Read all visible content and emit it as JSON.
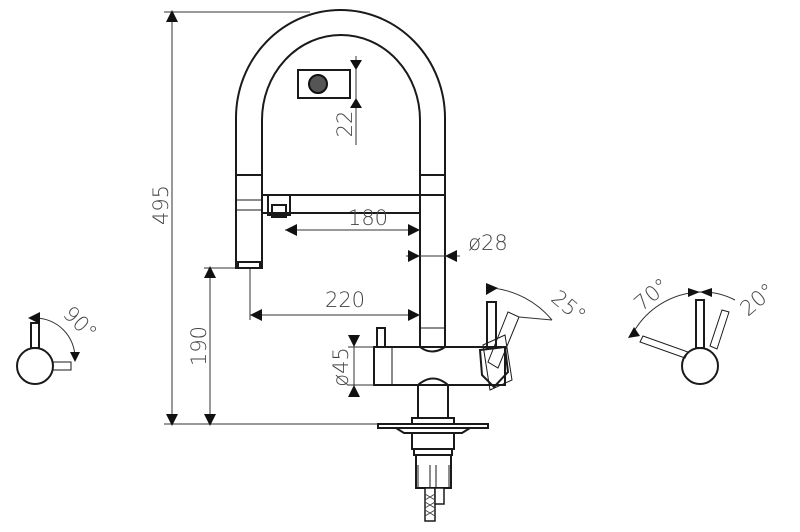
{
  "title": "Kitchen faucet with pull-down spray – technical drawing",
  "dimensions": {
    "total_height": "495",
    "spout_height": "190",
    "spray_reach": "180",
    "spout_reach": "220",
    "pipe_diameter": "ø28",
    "body_diameter": "ø45",
    "nozzle_size": "22"
  },
  "angles": {
    "left_handle": "90°",
    "right_lever": "25°",
    "side_back": "70°",
    "side_front": "20°"
  }
}
